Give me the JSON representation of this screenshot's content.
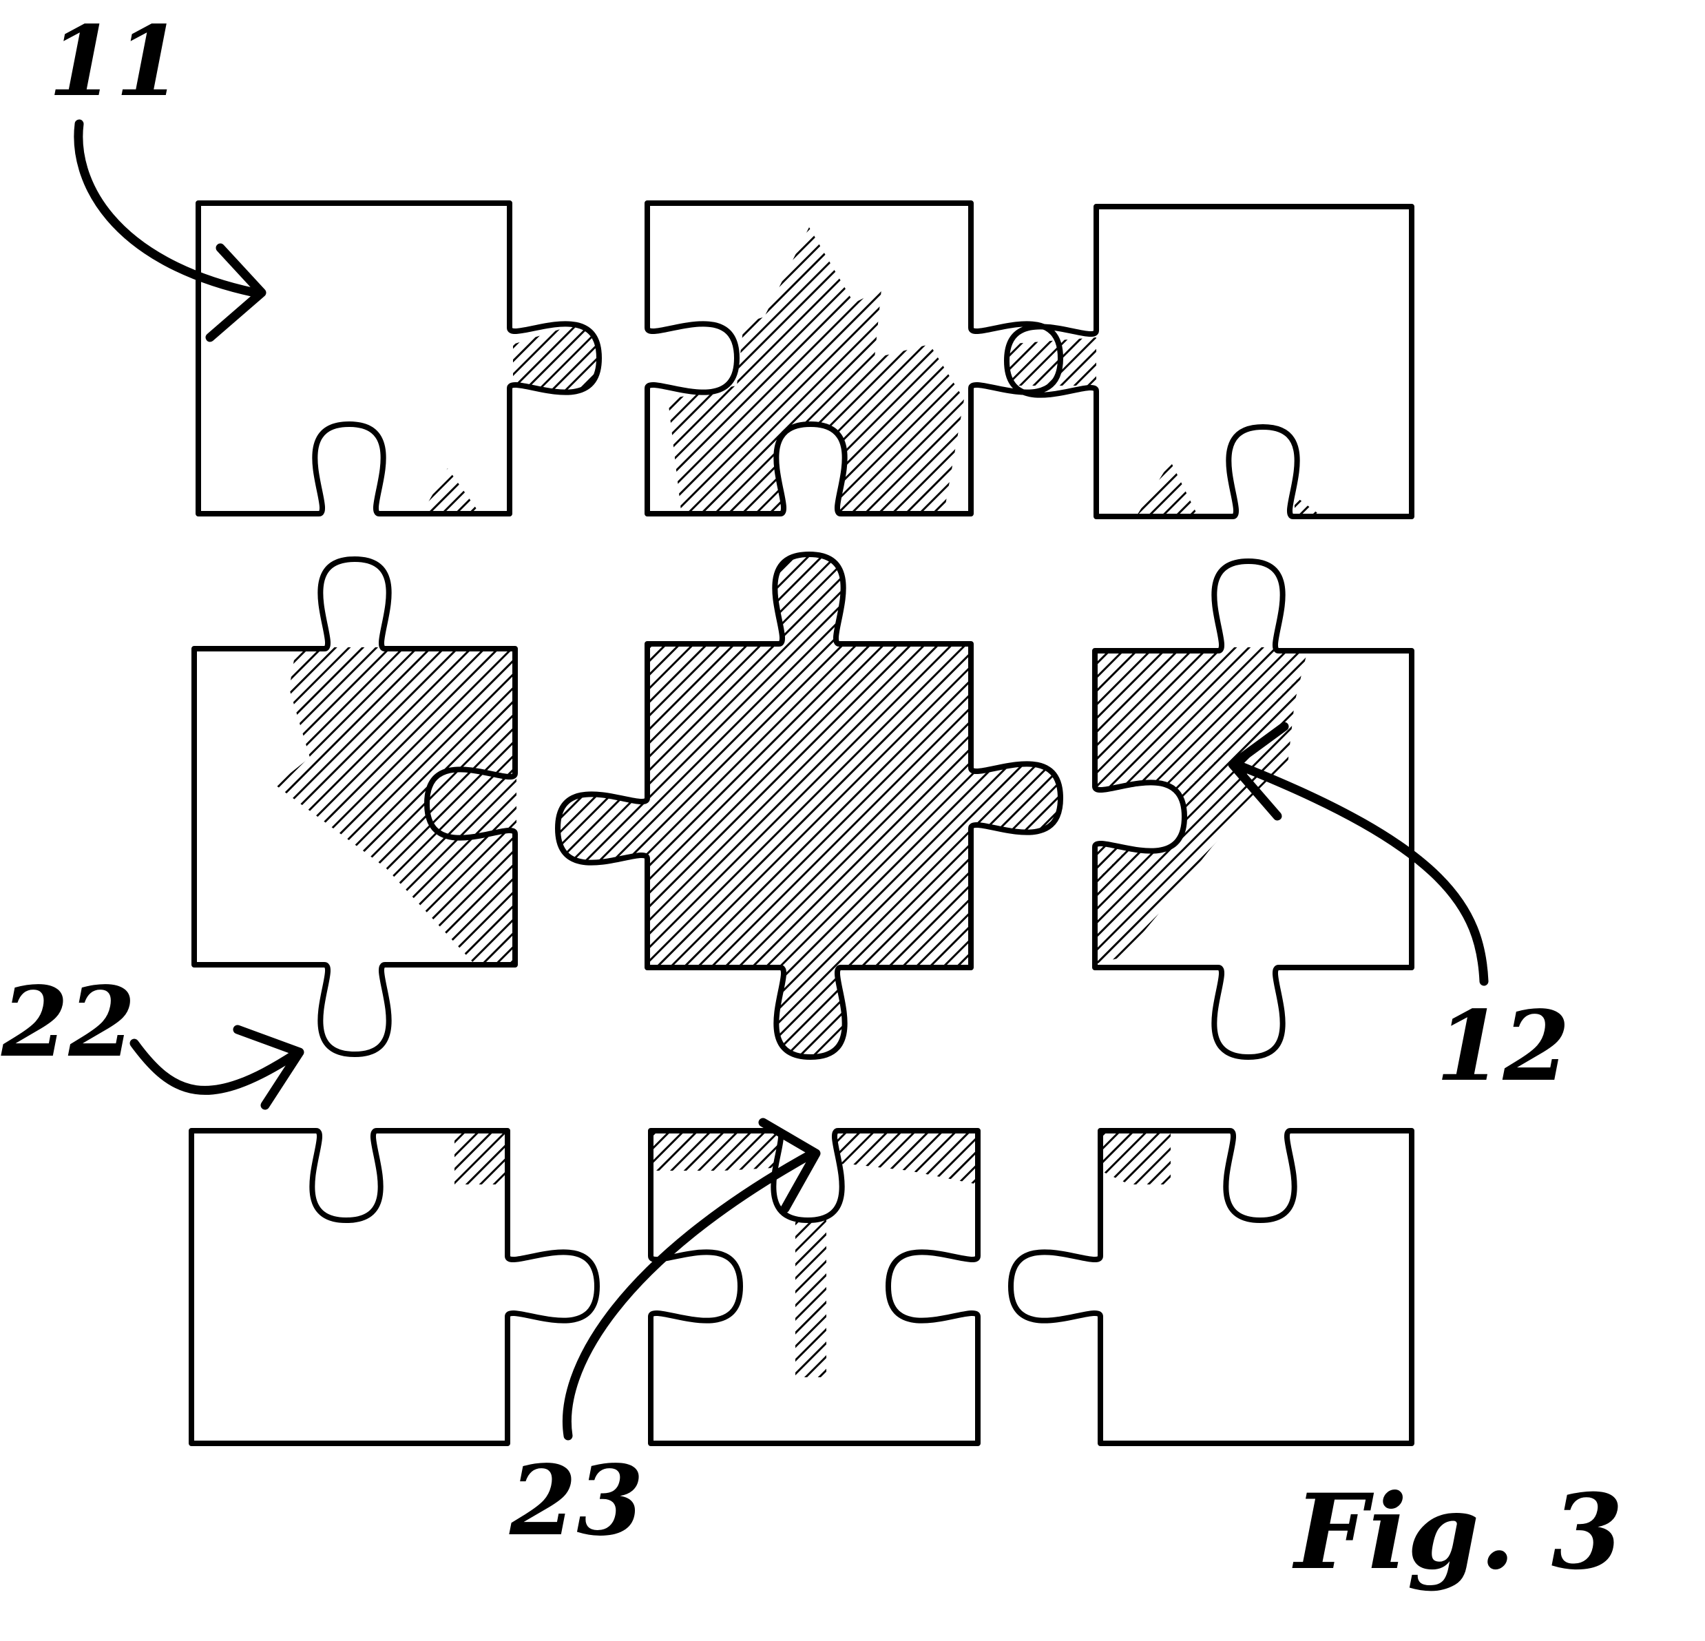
{
  "figure": {
    "caption": "Fig. 3",
    "reference_numerals": {
      "r11": "11",
      "r12": "12",
      "r22": "22",
      "r23": "23"
    }
  },
  "colors": {
    "outline": "#000000",
    "hatch": "#000000",
    "background": "#ffffff"
  }
}
